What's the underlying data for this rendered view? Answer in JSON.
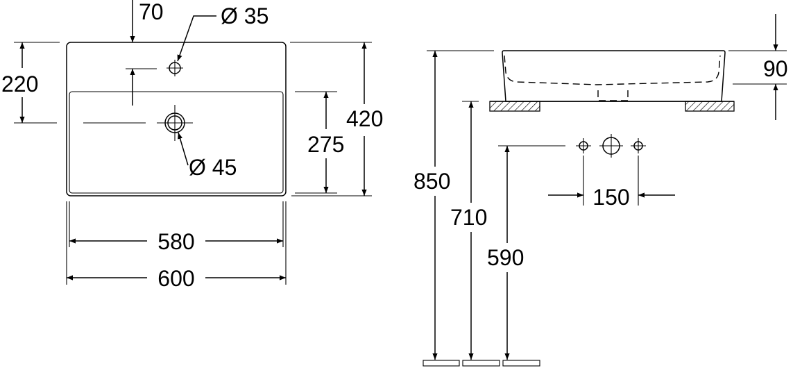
{
  "top_view": {
    "dim_tap_offset": "70",
    "dim_tap_hole": "Ø 35",
    "dim_drain_hole": "Ø 45",
    "dim_drain_from_top": "220",
    "dim_depth_outer": "420",
    "dim_depth_inner": "275",
    "dim_width_inner": "580",
    "dim_width_outer": "600"
  },
  "side_view": {
    "dim_basin_height": "90",
    "dim_top_height": "850",
    "dim_counter_height": "710",
    "dim_tap_height": "590",
    "dim_tap_spacing": "150"
  }
}
